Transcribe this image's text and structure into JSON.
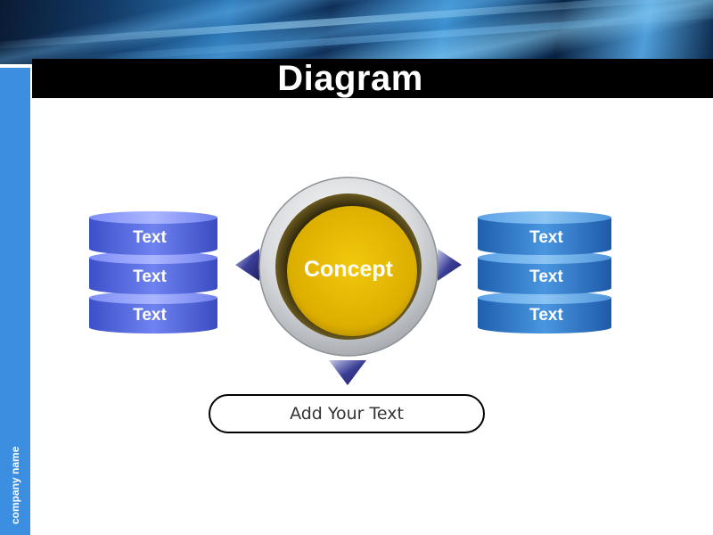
{
  "slide": {
    "title": "Diagram",
    "company_name": "company name",
    "concept": "Concept",
    "add_text": "Add Your Text",
    "left_stack": [
      "Text",
      "Text",
      "Text"
    ],
    "right_stack": [
      "Text",
      "Text",
      "Text"
    ]
  },
  "colors": {
    "left_stack": "#5a6ee8",
    "right_stack": "#3a86d6",
    "concept": "#e0b000",
    "sidebar": "#3b8ee0",
    "arrow": "#3a3e96",
    "title_bar": "#000000"
  }
}
